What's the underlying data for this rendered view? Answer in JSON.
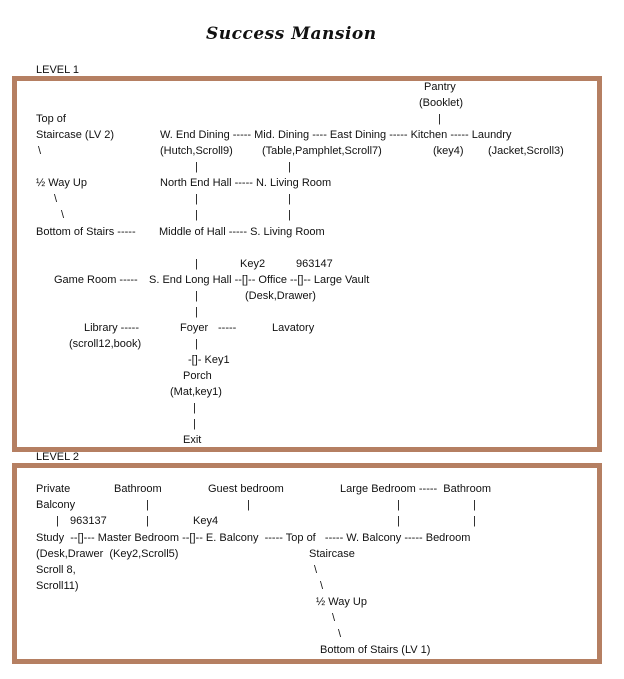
{
  "title": "Success Mansion",
  "colors": {
    "frame": "#b57f62",
    "text": "#111111",
    "background": "#ffffff"
  },
  "level1": {
    "label": "LEVEL 1",
    "lines": [
      "Pantry",
      "(Booklet)",
      "|",
      "Top of",
      "Staircase (LV 2)",
      "W. End Dining ----- Mid. Dining ---- East Dining ----- Kitchen ----- Laundry",
      "\\",
      "(Hutch,Scroll9)",
      "(Table,Pamphlet,Scroll7)",
      "(key4)",
      "(Jacket,Scroll3)",
      "|",
      "|",
      "½ Way Up",
      "North End Hall ----- N. Living Room",
      "\\",
      "|",
      "|",
      "\\",
      "|",
      "|",
      "Bottom of Stairs -----",
      "Middle of Hall ----- S. Living Room",
      "|",
      "Key2",
      "963147",
      "Game Room -----",
      "S. End Long Hall --[]-- Office --[]-- Large Vault",
      "|",
      "(Desk,Drawer)",
      "|",
      "Library -----",
      "Foyer",
      "-----",
      "Lavatory",
      "(scroll12,book)",
      "|",
      "-[]- Key1",
      "Porch",
      "(Mat,key1)",
      "|",
      "|",
      "Exit"
    ]
  },
  "level2": {
    "label": "LEVEL 2",
    "lines": [
      "Private",
      "Bathroom",
      "Guest bedroom",
      "Large Bedroom -----  Bathroom",
      "Balcony",
      "|",
      "|",
      "|",
      "|",
      "|",
      "963137",
      "|",
      "Key4",
      "|",
      "|",
      "Study  --[]--- Master Bedroom --[]-- E. Balcony  ----- Top of   ----- W. Balcony ----- Bedroom",
      "(Desk,Drawer  (Key2,Scroll5)",
      "Staircase",
      "Scroll 8,",
      "\\",
      "Scroll11)",
      "\\",
      "½ Way Up",
      "\\",
      "\\",
      "Bottom of Stairs (LV 1)"
    ]
  }
}
